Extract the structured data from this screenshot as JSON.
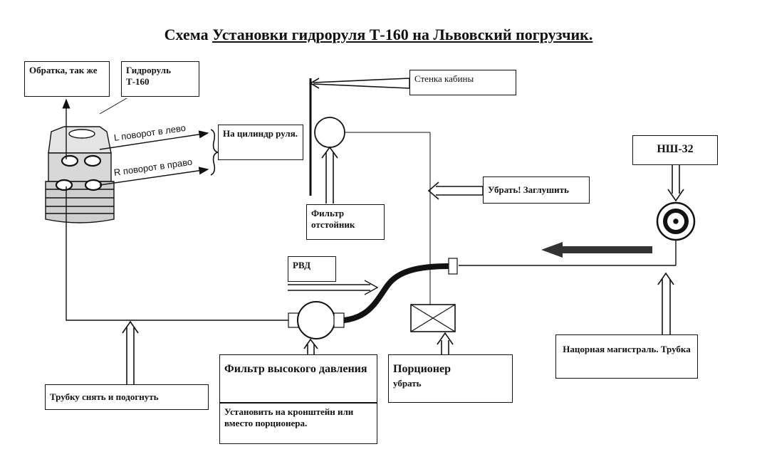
{
  "title": {
    "prefix": "Схема ",
    "main": "Установки гидроруля Т-160 на Львовский погрузчик."
  },
  "boxes": {
    "obratka": "Обратка, так же",
    "gidrorul": "Гидроруль Т-160",
    "cylinder": "На цилиндр руля.",
    "stenka": "Стенка кабины",
    "filtr_otst": "Фильтр отстойник",
    "ubrat": "Убрать! Заглушить",
    "nsh": "НШ-32",
    "rvd": "РВД",
    "filtr_vd": "Фильтр высокого давления",
    "porcioner_title": "Порционер",
    "porcioner_sub": "убрать",
    "trubku": "Трубку снять и подогнуть",
    "ustanovit": "Установить на кронштейн или вместо порционера.",
    "napornaya": "Нацорная магистраль. Трубка"
  },
  "labels": {
    "left_turn": "L поворот в лево",
    "right_turn": "R поворот в право"
  }
}
